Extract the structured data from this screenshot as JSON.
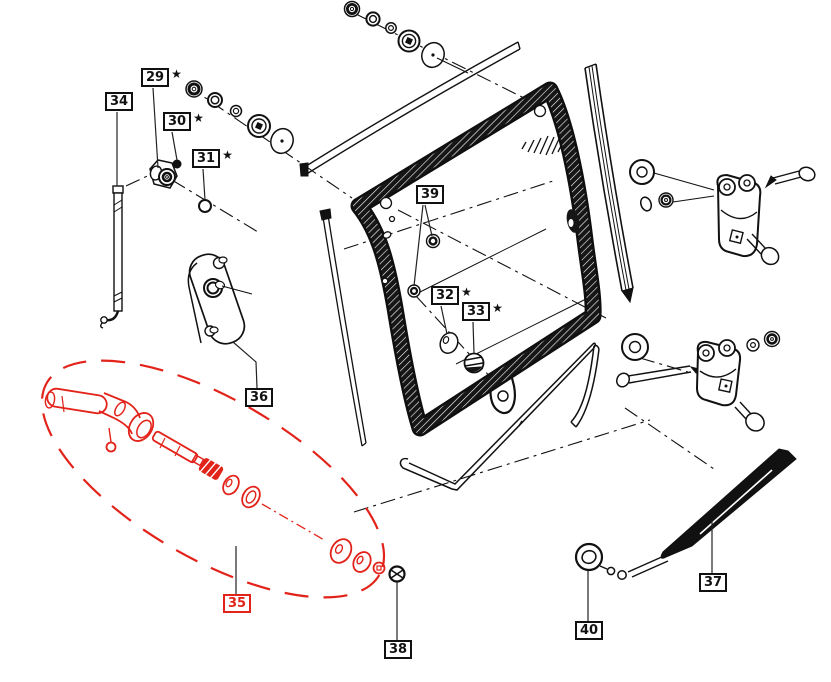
{
  "diagram": {
    "type": "exploded-parts-diagram",
    "highlight_color": "#e2231a",
    "line_color": "#111111",
    "background_color": "#ffffff",
    "highlighted_label": "35",
    "star_glyph": "★"
  },
  "labels": {
    "l29": {
      "text": "29",
      "star": "★"
    },
    "l30": {
      "text": "30",
      "star": "★"
    },
    "l31": {
      "text": "31",
      "star": "★"
    },
    "l32": {
      "text": "32",
      "star": "★"
    },
    "l33": {
      "text": "33",
      "star": "★"
    },
    "l34": {
      "text": "34",
      "star": ""
    },
    "l35": {
      "text": "35",
      "star": ""
    },
    "l36": {
      "text": "36",
      "star": ""
    },
    "l37": {
      "text": "37",
      "star": ""
    },
    "l38": {
      "text": "38",
      "star": ""
    },
    "l39": {
      "text": "39",
      "star": ""
    },
    "l40": {
      "text": "40",
      "star": ""
    }
  }
}
